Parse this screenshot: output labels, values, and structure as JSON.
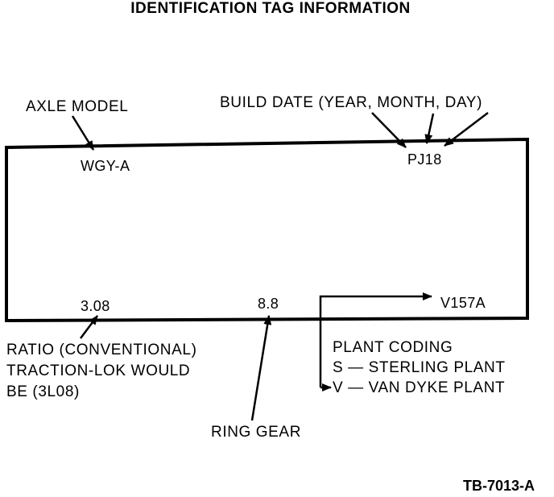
{
  "title": "IDENTIFICATION TAG INFORMATION",
  "tag": {
    "axle_code": "WGY-A",
    "build_code": "PJ18",
    "ratio_value": "3.08",
    "ring_gear_value": "8.8",
    "plant_code": "V157A"
  },
  "callouts": {
    "axle_model": "AXLE MODEL",
    "build_date": "BUILD DATE (YEAR, MONTH, DAY)",
    "ratio_line1": "RATIO (CONVENTIONAL)",
    "ratio_line2": "TRACTION-LOK WOULD",
    "ratio_line3": "BE (3L08)",
    "ring_gear": "RING GEAR",
    "plant_title": "PLANT CODING",
    "plant_s": "S — STERLING PLANT",
    "plant_v": "V — VAN DYKE PLANT"
  },
  "figure_id": "TB-7013-A"
}
